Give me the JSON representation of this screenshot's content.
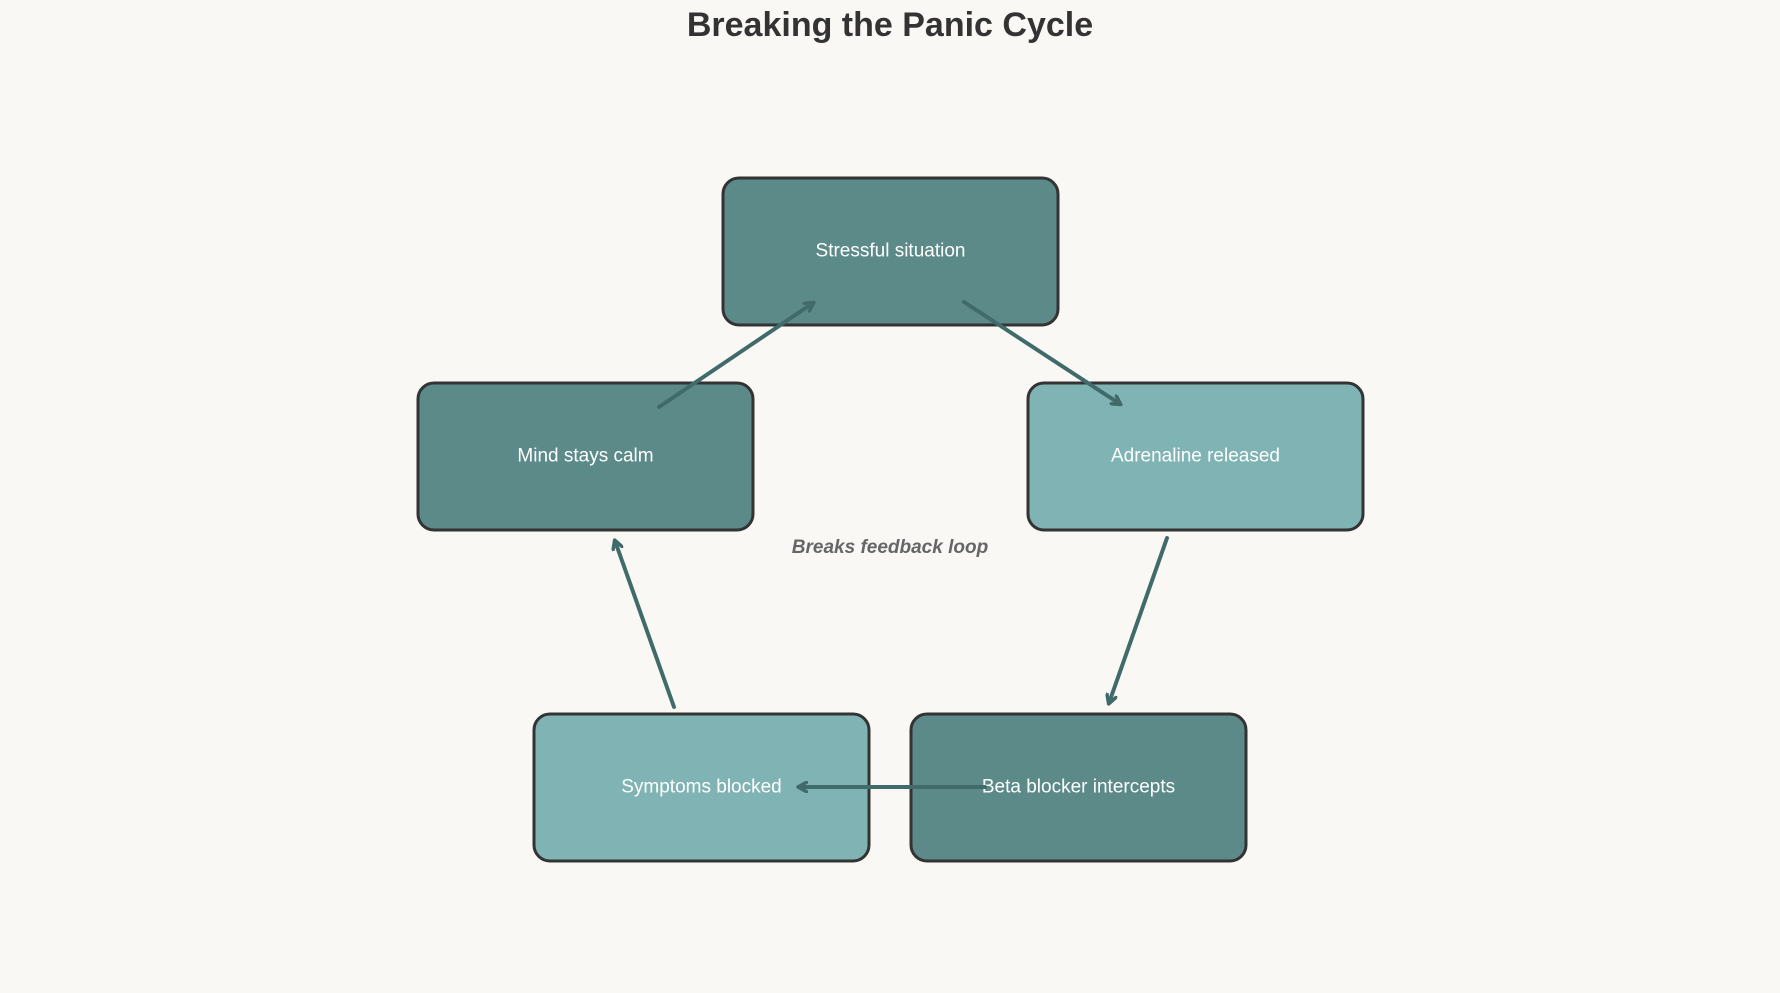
{
  "title": "Breaking the Panic Cycle",
  "colors": {
    "background": "#f9f8f5",
    "node_dark": "#5b8a89",
    "node_light": "#80b3b3",
    "node_border": "#333333",
    "arrow": "#416b6a",
    "note": "#666666"
  },
  "nodes": [
    {
      "id": "stressful-situation",
      "label": "Stressful situation",
      "shade": "dark"
    },
    {
      "id": "adrenaline-released",
      "label": "Adrenaline released",
      "shade": "light"
    },
    {
      "id": "beta-blocker-intercepts",
      "label": "Beta blocker intercepts",
      "shade": "dark"
    },
    {
      "id": "symptoms-blocked",
      "label": "Symptoms blocked",
      "shade": "light"
    },
    {
      "id": "mind-stays-calm",
      "label": "Mind stays calm",
      "shade": "dark"
    }
  ],
  "edges": [
    {
      "from": "stressful-situation",
      "to": "adrenaline-released"
    },
    {
      "from": "adrenaline-released",
      "to": "beta-blocker-intercepts"
    },
    {
      "from": "beta-blocker-intercepts",
      "to": "symptoms-blocked"
    },
    {
      "from": "symptoms-blocked",
      "to": "mind-stays-calm"
    },
    {
      "from": "mind-stays-calm",
      "to": "stressful-situation"
    }
  ],
  "center_note": "Breaks feedback loop"
}
